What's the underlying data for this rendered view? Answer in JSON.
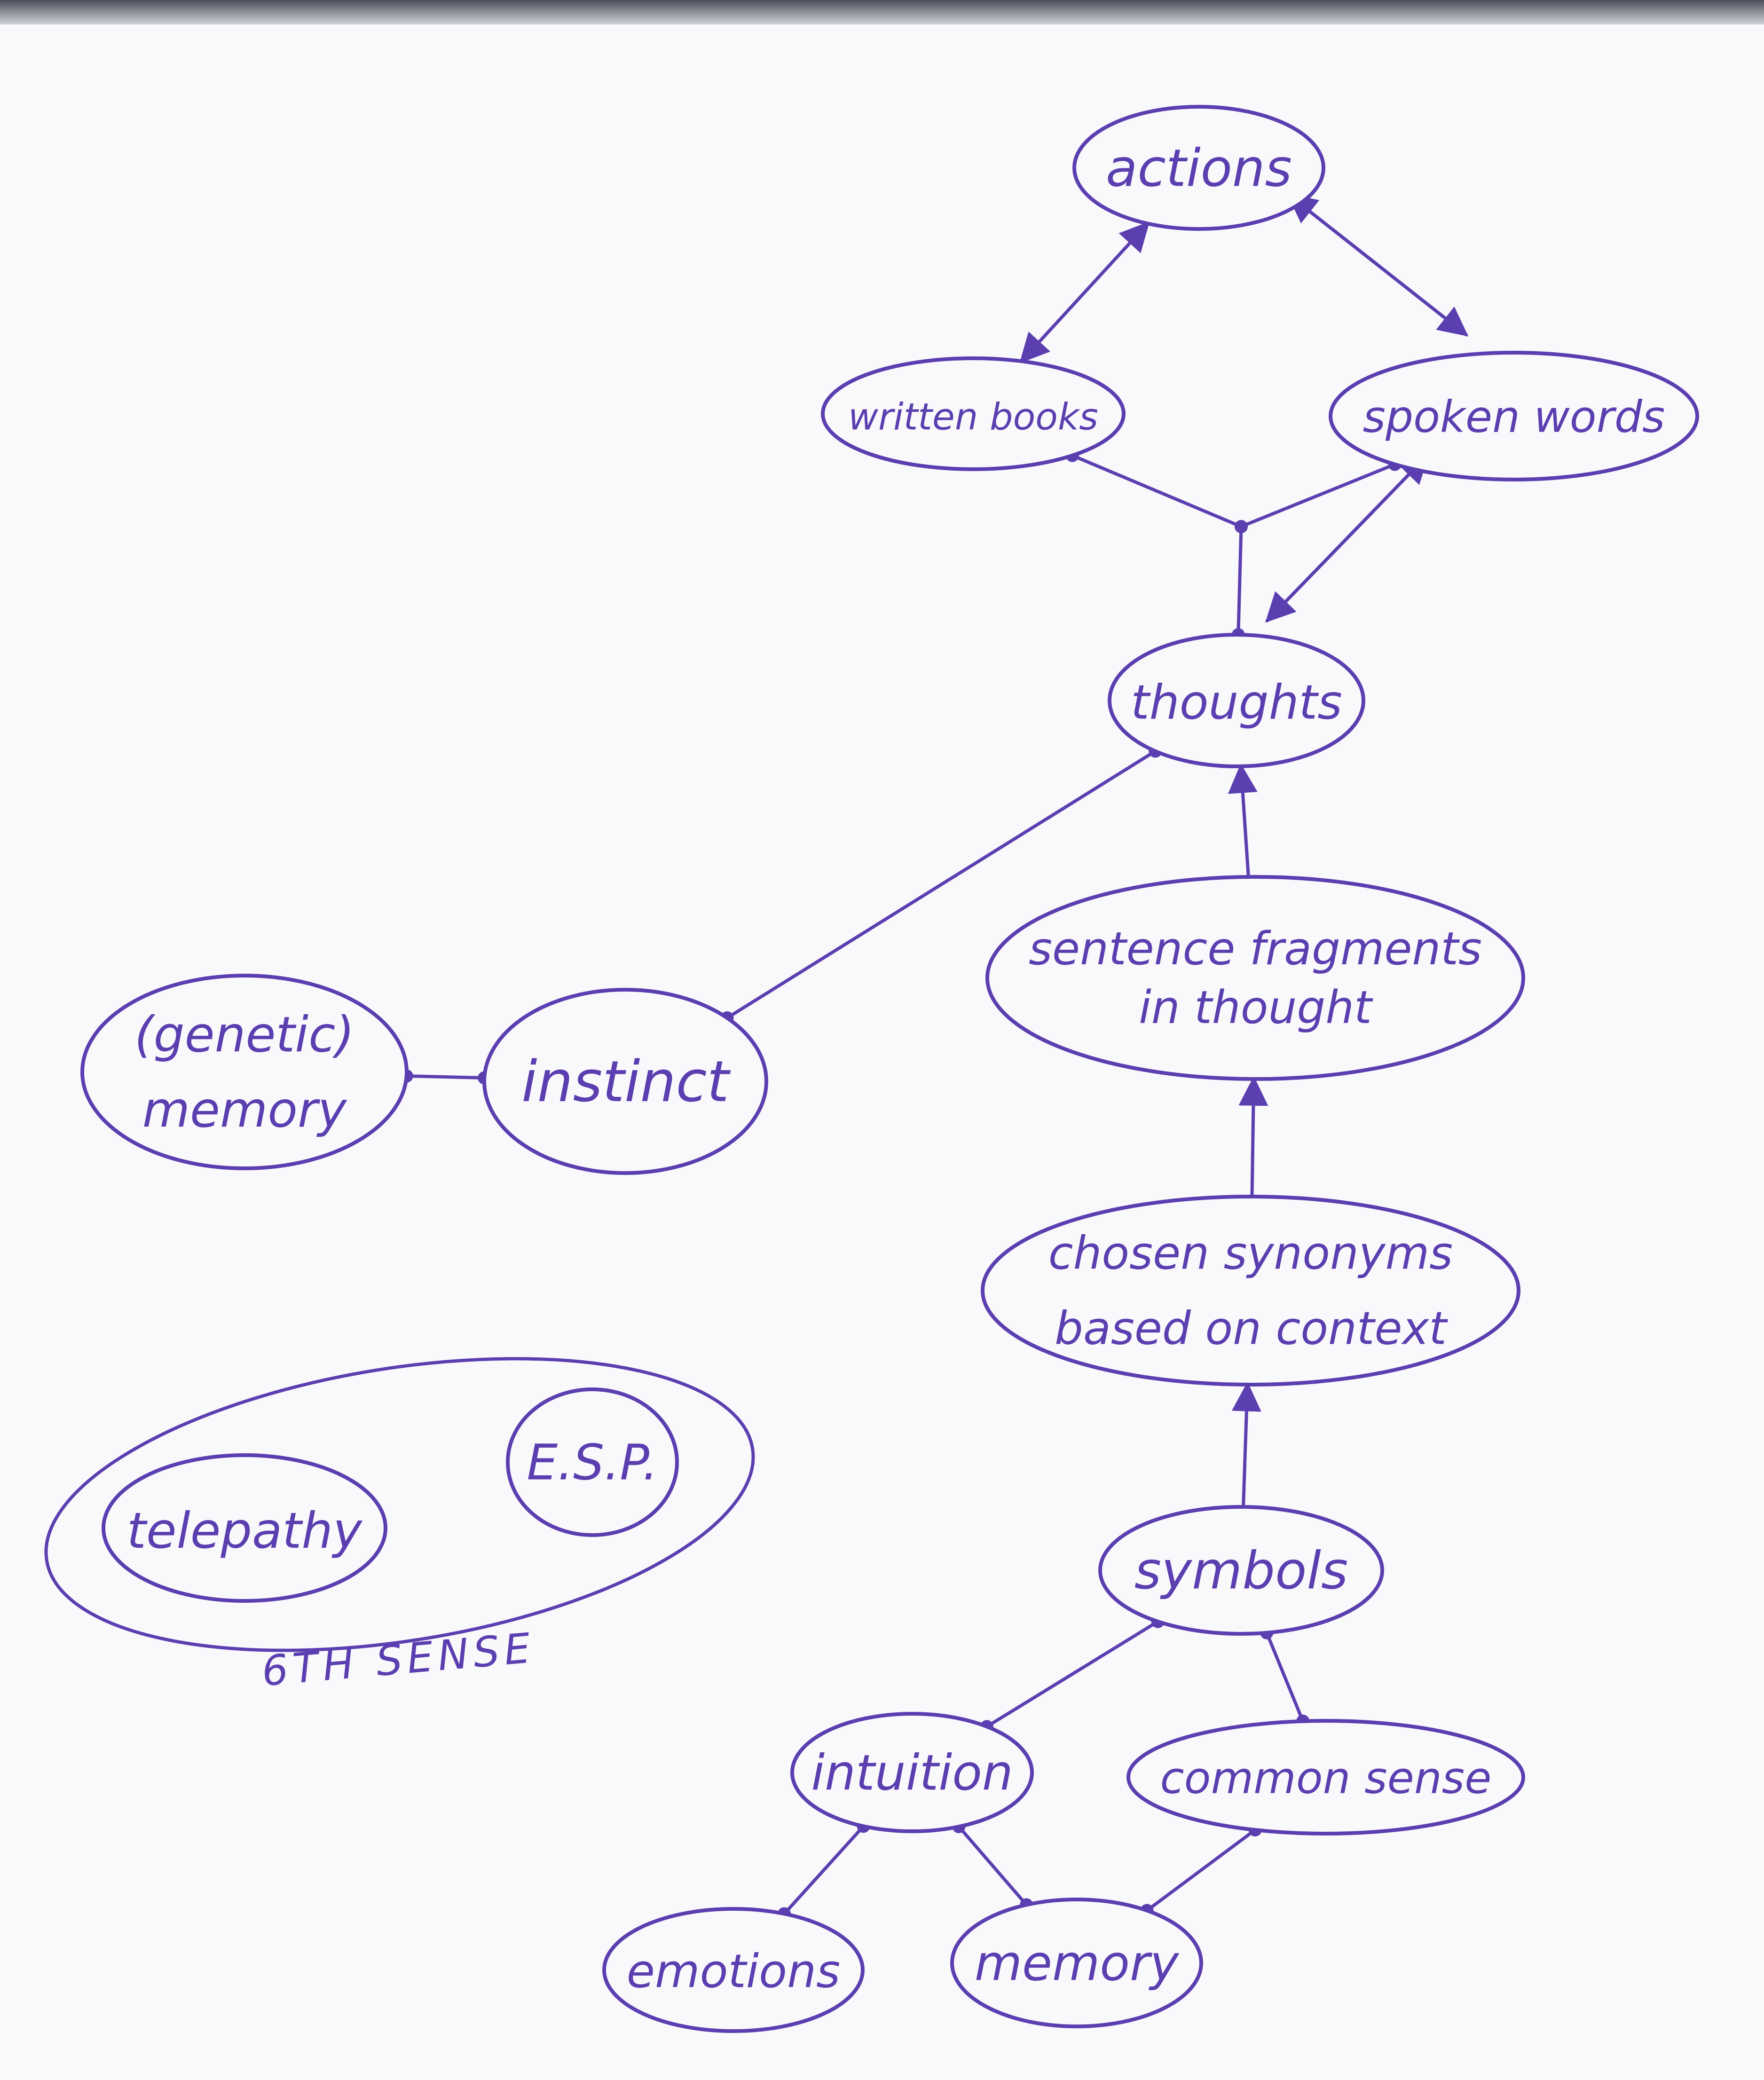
{
  "diagram": {
    "ink_color": "#5b3fb0",
    "paper_color": "#f9f9fc",
    "nodes": [
      {
        "id": "actions",
        "lines": [
          "actions"
        ]
      },
      {
        "id": "written_books",
        "lines": [
          "written books"
        ]
      },
      {
        "id": "spoken_words",
        "lines": [
          "spoken words"
        ]
      },
      {
        "id": "thoughts",
        "lines": [
          "thoughts"
        ]
      },
      {
        "id": "sentence_fragments",
        "lines": [
          "sentence fragments",
          "in thought"
        ]
      },
      {
        "id": "chosen_synonyms",
        "lines": [
          "chosen synonyms",
          "based on context"
        ]
      },
      {
        "id": "symbols",
        "lines": [
          "symbols"
        ]
      },
      {
        "id": "intuition",
        "lines": [
          "intuition"
        ]
      },
      {
        "id": "common_sense",
        "lines": [
          "common sense"
        ]
      },
      {
        "id": "emotions",
        "lines": [
          "emotions"
        ]
      },
      {
        "id": "memory",
        "lines": [
          "memory"
        ]
      },
      {
        "id": "instinct",
        "lines": [
          "instinct"
        ]
      },
      {
        "id": "genetic_memory",
        "lines": [
          "(genetic)",
          "memory"
        ]
      },
      {
        "id": "telepathy",
        "lines": [
          "telepathy"
        ]
      },
      {
        "id": "esp",
        "lines": [
          "E.S.P."
        ]
      }
    ],
    "group": {
      "id": "sixth_sense",
      "label": "6TH SENSE",
      "members": [
        "telepathy",
        "esp"
      ]
    },
    "edges": [
      {
        "from": "actions",
        "to": "written_books",
        "style": "arrow-both"
      },
      {
        "from": "actions",
        "to": "spoken_words",
        "style": "arrow-end"
      },
      {
        "from": "spoken_words",
        "to": "actions",
        "style": "arrow-end"
      },
      {
        "from": "written_books",
        "to": "junction",
        "style": "dot"
      },
      {
        "from": "spoken_words",
        "to": "junction",
        "style": "dot"
      },
      {
        "from": "junction",
        "to": "thoughts",
        "style": "dot"
      },
      {
        "from": "thoughts",
        "to": "spoken_words",
        "style": "arrow-end"
      },
      {
        "from": "spoken_words",
        "to": "thoughts",
        "style": "arrow-end"
      },
      {
        "from": "sentence_fragments",
        "to": "thoughts",
        "style": "arrow-end"
      },
      {
        "from": "chosen_synonyms",
        "to": "sentence_fragments",
        "style": "arrow-end"
      },
      {
        "from": "symbols",
        "to": "chosen_synonyms",
        "style": "arrow-end"
      },
      {
        "from": "symbols",
        "to": "intuition",
        "style": "dot"
      },
      {
        "from": "symbols",
        "to": "common_sense",
        "style": "dot"
      },
      {
        "from": "intuition",
        "to": "emotions",
        "style": "dot"
      },
      {
        "from": "intuition",
        "to": "memory",
        "style": "dot"
      },
      {
        "from": "common_sense",
        "to": "memory",
        "style": "dot"
      },
      {
        "from": "thoughts",
        "to": "instinct",
        "style": "dot"
      },
      {
        "from": "instinct",
        "to": "genetic_memory",
        "style": "dot"
      }
    ]
  }
}
